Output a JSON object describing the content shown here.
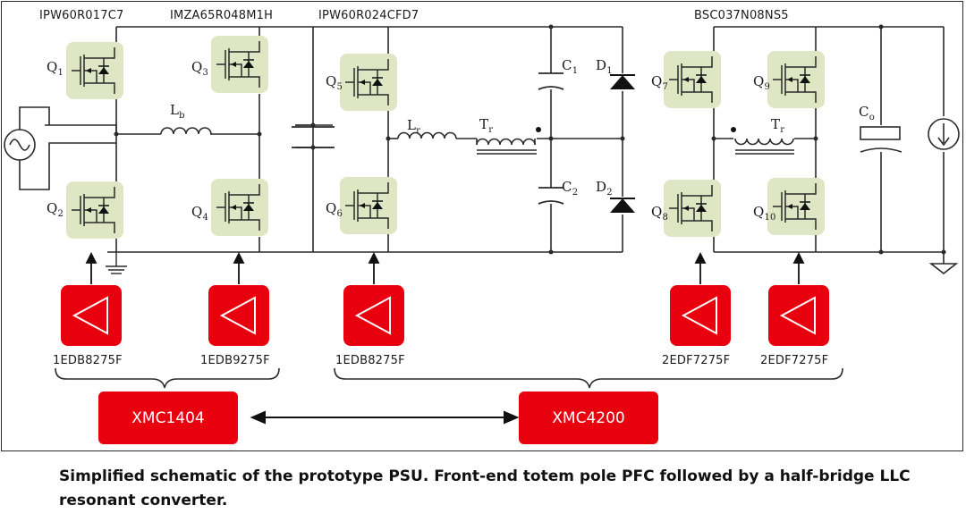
{
  "transistor_parts": {
    "q1": "IPW60R017C7",
    "q3": "IMZA65R048M1H",
    "q5": "IPW60R024CFD7",
    "q7": "BSC037N08NS5"
  },
  "designators": {
    "q1": "Q",
    "q1_sub": "1",
    "q2": "Q",
    "q2_sub": "2",
    "q3": "Q",
    "q3_sub": "3",
    "q4": "Q",
    "q4_sub": "4",
    "q5": "Q",
    "q5_sub": "5",
    "q6": "Q",
    "q6_sub": "6",
    "q7": "Q",
    "q7_sub": "7",
    "q8": "Q",
    "q8_sub": "8",
    "q9": "Q",
    "q9_sub": "9",
    "q10": "Q",
    "q10_sub": "10",
    "lb": "L",
    "lb_sub": "b",
    "lr": "L",
    "lr_sub": "r",
    "tr_left": "T",
    "tr_left_sub": "r",
    "tr_right": "T",
    "tr_right_sub": "r",
    "c1": "C",
    "c1_sub": "1",
    "c2": "C",
    "c2_sub": "2",
    "d1": "D",
    "d1_sub": "1",
    "d2": "D",
    "d2_sub": "2",
    "co": "C",
    "co_sub": "o"
  },
  "drivers": [
    {
      "part": "1EDB8275F"
    },
    {
      "part": "1EDB9275F"
    },
    {
      "part": "1EDB8275F"
    },
    {
      "part": "2EDF7275F"
    },
    {
      "part": "2EDF7275F"
    }
  ],
  "controllers": {
    "left": "XMC1404",
    "right": "XMC4200"
  },
  "caption": "Simplified schematic of the prototype PSU. Front-end totem pole PFC followed by a half-bridge LLC resonant converter.",
  "colors": {
    "accent_red": "#e8000f",
    "mosfet_highlight": "#dfe6c3",
    "wire": "#2a2a2a"
  }
}
